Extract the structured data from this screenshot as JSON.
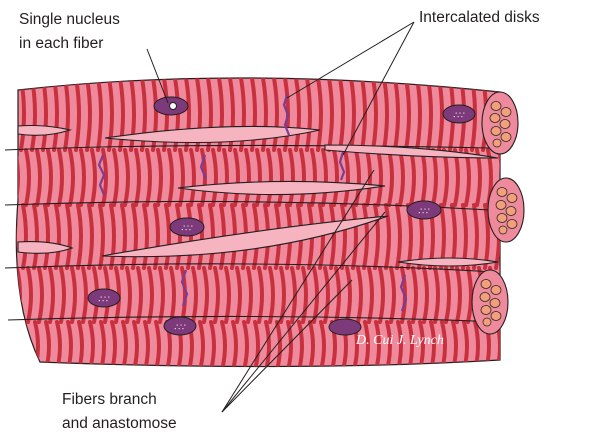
{
  "labels": {
    "nucleus_line1": "Single nucleus",
    "nucleus_line2": "in each fiber",
    "intercalated": "Intercalated disks",
    "branch_line1": "Fibers branch",
    "branch_line2": "and anastomose",
    "signature": "D. Cui  J. Lynch"
  },
  "colors": {
    "fiber": "#ee8a9c",
    "striation": "#c8303e",
    "outline": "#231f20",
    "gap": "#f6b3c0",
    "disk": "#7a3d96",
    "nucleus": "#7d3a7b",
    "end_face": "#f2a07a"
  }
}
